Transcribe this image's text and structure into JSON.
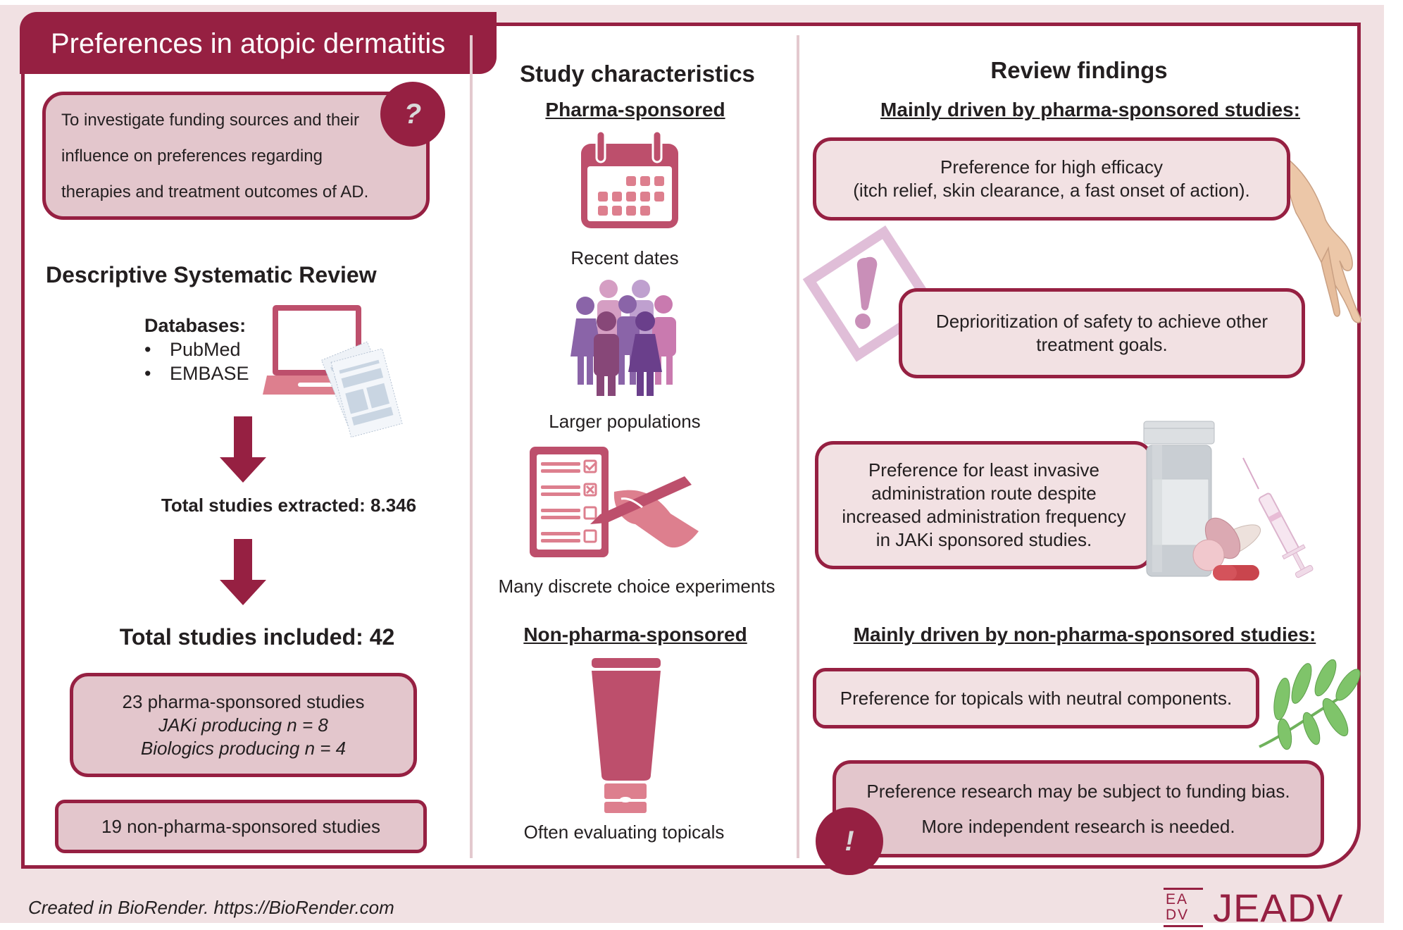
{
  "title": "Preferences in atopic dermatitis",
  "objective": {
    "lines": [
      "To investigate funding sources and their",
      "influence on preferences regarding",
      "therapies and treatment outcomes of AD."
    ],
    "icon": "question-mark-icon"
  },
  "review": {
    "heading": "Descriptive Systematic Review",
    "databases_label": "Databases:",
    "databases": [
      "PubMed",
      "EMBASE"
    ],
    "extracted": "Total studies extracted: 8.346",
    "included": "Total studies included: 42",
    "pharma_box": {
      "line1": "23 pharma-sponsored studies",
      "line2": "JAKi producing n = 8",
      "line3": "Biologics producing n = 4"
    },
    "non_pharma_box": "19 non-pharma-sponsored studies"
  },
  "characteristics": {
    "heading": "Study characteristics",
    "pharma_heading": "Pharma-sponsored",
    "items": [
      {
        "icon": "calendar-icon",
        "label": "Recent dates"
      },
      {
        "icon": "people-group-icon",
        "label": "Larger populations"
      },
      {
        "icon": "checklist-icon",
        "label": "Many discrete choice experiments"
      }
    ],
    "non_pharma_heading": "Non-pharma-sponsored",
    "non_pharma_item": {
      "icon": "cream-tube-icon",
      "label": "Often evaluating topicals"
    }
  },
  "findings": {
    "heading": "Review findings",
    "pharma_heading": "Mainly driven by pharma-sponsored studies:",
    "pharma_items": [
      {
        "lines": [
          "Preference for high efficacy",
          "(itch relief, skin clearance, a fast onset of action)."
        ]
      },
      {
        "lines": [
          "Deprioritization of safety to achieve other",
          "treatment goals."
        ]
      },
      {
        "lines": [
          "Preference for least invasive",
          "administration route despite",
          "increased administration frequency",
          "in JAKi sponsored studies."
        ]
      }
    ],
    "non_pharma_heading": "Mainly driven by non-pharma-sponsored studies:",
    "non_pharma_items": [
      {
        "lines": [
          "Preference for topicals with neutral components."
        ]
      }
    ],
    "conclusion": {
      "lines": [
        "Preference research may be subject to funding bias.",
        "More independent research is needed."
      ],
      "icon": "exclamation-icon"
    }
  },
  "footer": {
    "credit": "Created in BioRender. https://BioRender.com",
    "logo_text": "JEADV",
    "logo_mark": [
      "EA",
      "DV"
    ]
  },
  "colors": {
    "brand": "#962042",
    "box_fill_dark": "#e3c6cc",
    "box_fill_light": "#f2e1e3",
    "background": "#f1e1e3",
    "icon_pink": "#bd4f6c"
  }
}
